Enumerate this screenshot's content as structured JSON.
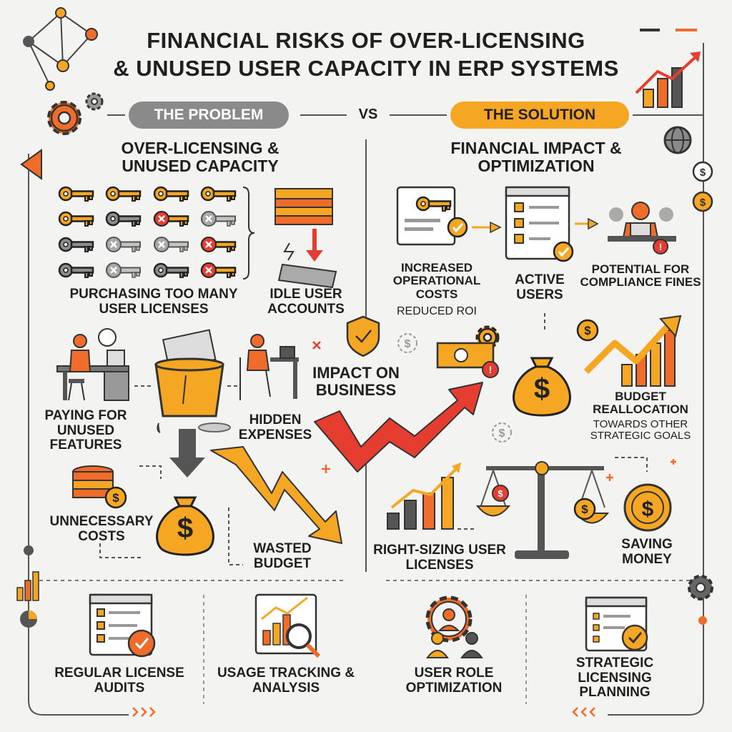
{
  "title_line1": "FINANCIAL RISKS OF OVER-LICENSING",
  "title_line2": "& UNUSED USER CAPACITY IN ERP SYSTEMS",
  "problem_badge": "THE PROBLEM",
  "vs": "VS",
  "solution_badge": "THE SOLUTION",
  "problem_heading": "OVER-LICENSING & UNUSED CAPACITY",
  "solution_heading": "FINANCIAL IMPACT & OPTIMIZATION",
  "problem": {
    "purchasing": "PURCHASING TOO MANY USER LICENSES",
    "idle": "IDLE USER ACCOUNTS",
    "paying": "PAYING FOR UNUSED FEATURES",
    "hidden": "HIDDEN EXPENSES",
    "unnecessary": "UNNECESSARY COSTS",
    "wasted": "WASTED BUDGET"
  },
  "center_label": "IMPACT ON BUSINESS",
  "solution": {
    "increased": "INCREASED OPERATIONAL COSTS",
    "reduced_roi": "REDUCED ROI",
    "active": "ACTIVE USERS",
    "potential": "POTENTIAL FOR COMPLIANCE FINES",
    "budget_title": "BUDGET REALLOCATION",
    "budget_sub": "TOWARDS OTHER STRATEGIC GOALS",
    "rightsizing": "RIGHT-SIZING USER LICENSES",
    "saving": "SAVING MONEY"
  },
  "footer": {
    "audits": "REGULAR LICENSE AUDITS",
    "tracking": "USAGE TRACKING & ANALYSIS",
    "role": "USER ROLE OPTIMIZATION",
    "planning": "STRATEGIC LICENSING PLANNING"
  },
  "colors": {
    "accent_orange": "#f5a623",
    "deep_orange": "#ef6c2a",
    "red": "#e53e30",
    "problem_badge": "#8a8a8a",
    "solution_badge": "#f5a623",
    "ink": "#1f1f1f"
  }
}
